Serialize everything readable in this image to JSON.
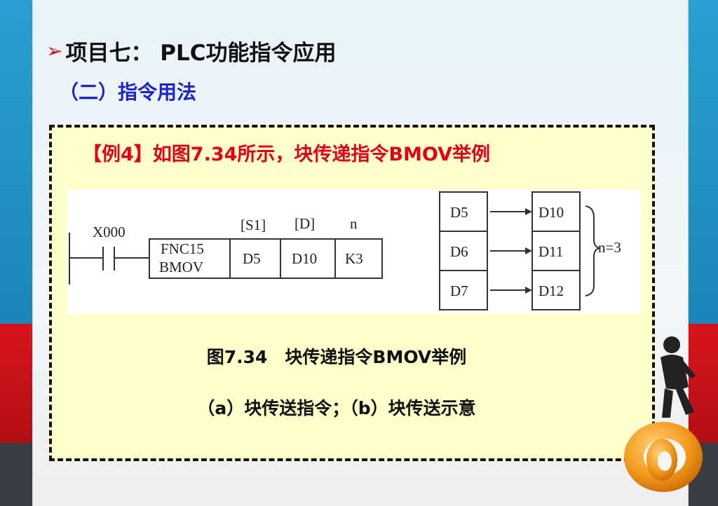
{
  "slide": {
    "title_marker": "➢",
    "title": "项目七： PLC功能指令应用",
    "subtitle": "（二）指令用法",
    "example": "【例4】如图7.34所示，块传递指令BMOV举例",
    "caption": "图7.34　块传递指令BMOV举例",
    "subcaption": "（a）块传送指令；（b）块传送示意"
  },
  "ladder": {
    "contact": "X000",
    "func_line1": "FNC15",
    "func_line2": "BMOV",
    "operand_labels": [
      "[S1]",
      "[D]",
      "n"
    ],
    "operands": [
      "D5",
      "D10",
      "K3"
    ]
  },
  "transfer": {
    "sources": [
      "D5",
      "D6",
      "D7"
    ],
    "targets": [
      "D10",
      "D11",
      "D12"
    ],
    "count_label": "n=3"
  },
  "colors": {
    "title_marker": "#d21418",
    "subtitle": "#1a24c8",
    "example": "#e0001a",
    "box_bg": "#ffffcc"
  }
}
